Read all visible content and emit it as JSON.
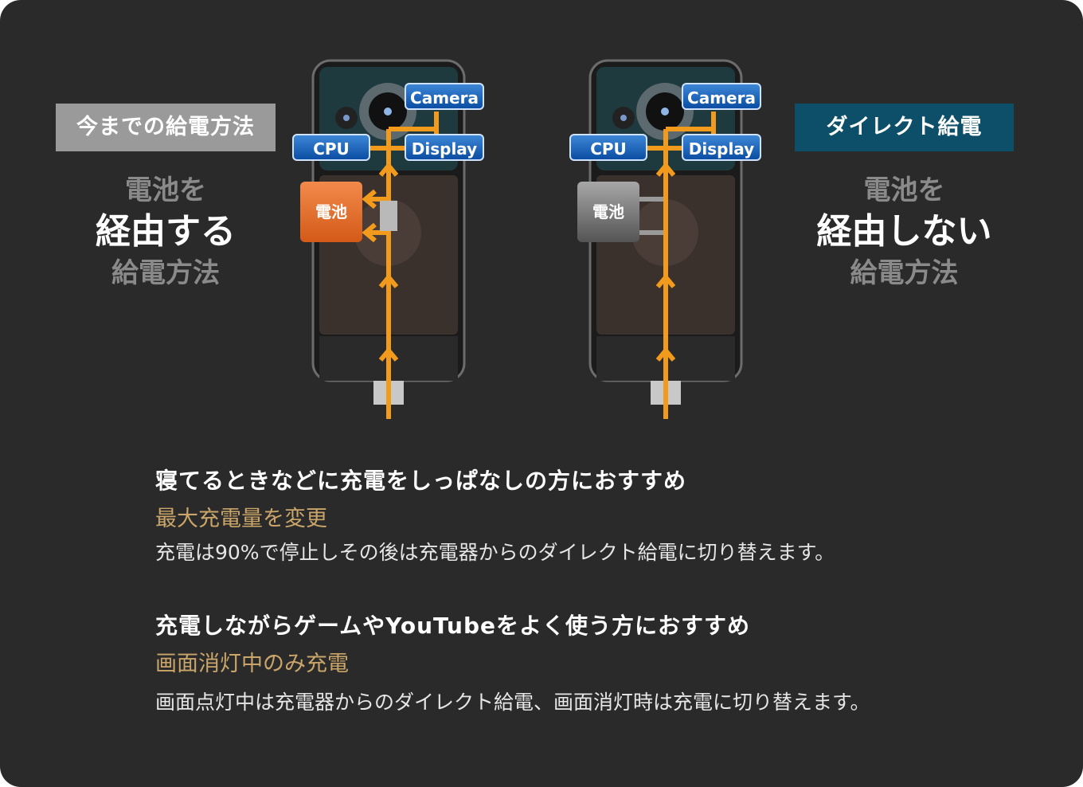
{
  "left_panel": {
    "tag": "今までの給電方法",
    "line1": "電池を",
    "line2": "経由する",
    "line3": "給電方法"
  },
  "right_panel": {
    "tag": "ダイレクト給電",
    "line1": "電池を",
    "line2": "経由しない",
    "line3": "給電方法"
  },
  "diagram_labels": {
    "camera": "Camera",
    "cpu": "CPU",
    "display": "Display",
    "battery": "電池"
  },
  "colors": {
    "background": "#2a2a2a",
    "left_tag": "#9a9a9a",
    "right_tag": "#0d4e68",
    "power_line": "#f29a1c",
    "chip_blue": "#0b4ea3",
    "battery_active": "#d35a17",
    "battery_inactive": "#6b6b6b",
    "subtitle_gold": "#c9a56a"
  },
  "sections": [
    {
      "title": "寝てるときなどに充電をしっぱなしの方におすすめ",
      "subtitle": "最大充電量を変更",
      "description": "充電は90%で停止しその後は充電器からのダイレクト給電に切り替えます。"
    },
    {
      "title": "充電しながらゲームやYouTubeをよく使う方におすすめ",
      "subtitle": "画面消灯中のみ充電",
      "description": "画面点灯中は充電器からのダイレクト給電、画面消灯時は充電に切り替えます。"
    }
  ]
}
